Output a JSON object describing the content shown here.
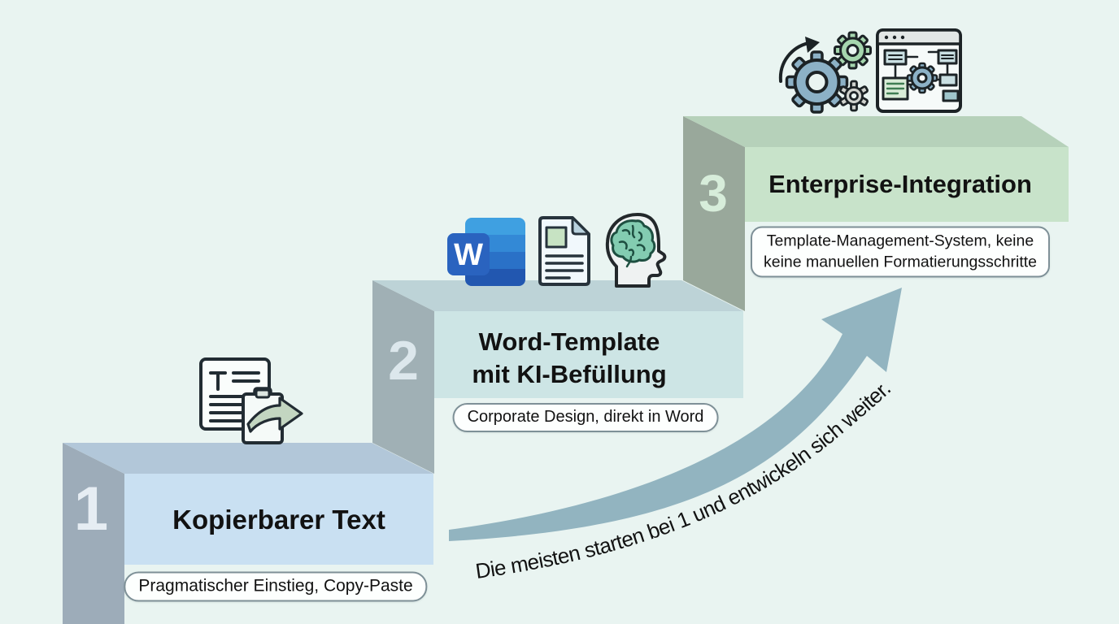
{
  "diagram": {
    "background_color": "#e9f4f1",
    "ink_color": "#121212",
    "badge_style": {
      "background": "#fdfffe",
      "border": "#7e9097"
    },
    "arrow": {
      "label": "Die meisten starten bei 1 und entwickeln sich weiter.",
      "color": "#92b4c0"
    },
    "steps": [
      {
        "number": "1",
        "title_lines": [
          "Kopierbarer Text"
        ],
        "badge_lines": [
          "Pragmatischer Einstieg, Copy-Paste"
        ],
        "icons": [
          "document-copy-clipboard-icon"
        ],
        "colors": {
          "front": "#c9e0f2",
          "top": "#b2c7d9",
          "side": "#9dacb9",
          "number": "#e6edf3"
        }
      },
      {
        "number": "2",
        "title_lines": [
          "Word-Template",
          "mit KI-Befüllung"
        ],
        "badge_lines": [
          "Corporate Design, direkt in Word"
        ],
        "icons": [
          "word-logo-icon",
          "template-document-icon",
          "ai-brain-head-icon"
        ],
        "colors": {
          "front": "#cde5e5",
          "top": "#bdd3d7",
          "side": "#a0b0b5",
          "number": "#dce7ec"
        }
      },
      {
        "number": "3",
        "title_lines": [
          "Enterprise-Integration"
        ],
        "badge_lines": [
          "Template-Management-System, keine",
          "keine manuellen Formatierungsschritte"
        ],
        "icons": [
          "automation-gears-icon",
          "workflow-window-icon"
        ],
        "colors": {
          "front": "#c8e3ca",
          "top": "#b6d1ba",
          "side": "#99a89b",
          "number": "#d7edda"
        }
      }
    ],
    "word_logo_letter": "W"
  }
}
